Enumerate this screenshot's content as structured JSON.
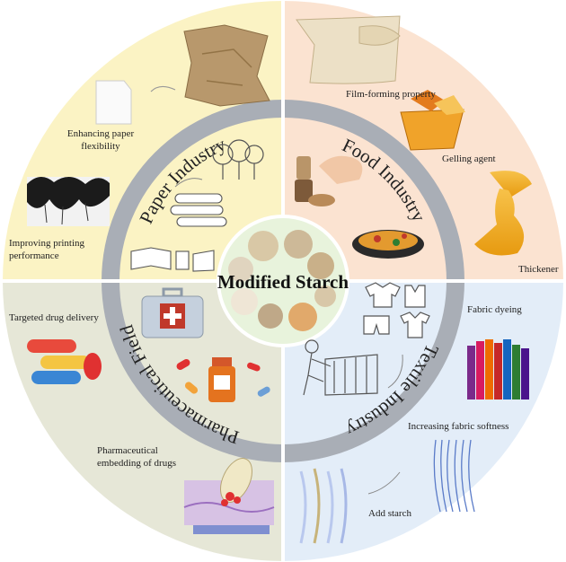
{
  "center": {
    "title": "Modified Starch"
  },
  "quadrants": {
    "paper": {
      "label": "Paper Industry",
      "color": "#fbf3c4",
      "notes": [
        "Enhancing paper flexibility",
        "Improving printing performance"
      ]
    },
    "food": {
      "label": "Food Industry",
      "color": "#fbe3d1",
      "notes": [
        "Film-forming property",
        "Gelling agent",
        "Thickener"
      ]
    },
    "pharma": {
      "label": "Pharmaceutical Field",
      "color": "#e6e7d7",
      "notes": [
        "Targeted drug delivery",
        "Pharmaceutical embedding of drugs"
      ]
    },
    "textile": {
      "label": "Textile Industry",
      "color": "#e3edf8",
      "notes": [
        "Fabric dyeing",
        "Increasing fabric softness",
        "Add starch"
      ]
    }
  },
  "colors": {
    "ring": "#a9aeb6",
    "ring_text": "#222222",
    "center_fill": "#e8f3dc"
  },
  "icons": [
    "paper-sheet-icon",
    "crumpled-paper-icon",
    "ink-paper-icon",
    "trees-icon",
    "paper-rolls-icon",
    "books-icon",
    "film-roll-icon",
    "jelly-icon",
    "honey-icon",
    "salt-shaker-icon",
    "paella-pan-icon",
    "first-aid-kit-icon",
    "pill-capsules-icon",
    "medicine-bottle-icon",
    "drug-carrier-icon",
    "clothing-icon",
    "loom-worker-icon",
    "dyed-fabric-icon",
    "fiber-bundle-icon",
    "starch-fiber-icon",
    "starch-granules-icon"
  ]
}
